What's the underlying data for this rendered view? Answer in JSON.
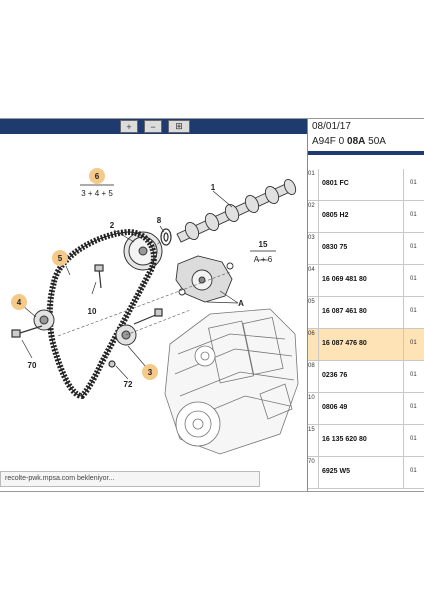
{
  "toolbar": {
    "zoom_in": {
      "icon": "zoom-in-icon",
      "symbol": "+"
    },
    "zoom_out": {
      "icon": "zoom-out-icon",
      "symbol": "−"
    },
    "zoom_fit": {
      "icon": "zoom-fit-icon",
      "symbol": "⊞"
    }
  },
  "diagram": {
    "callouts": {
      "c1": "1",
      "c2": "2",
      "c3": "3",
      "c4": "4",
      "c5": "5",
      "c6": "6",
      "c8": "8",
      "c10": "10",
      "c15": "15",
      "c70": "70",
      "c72": "72",
      "cA": "A",
      "formula_6": "3 + 4 + 5",
      "formula_15": "A + 6"
    }
  },
  "status": {
    "text": "recolte-pwk.mpsa.com bekleniyor..."
  },
  "header": {
    "date": "08/01/17",
    "ref_a": "A94F 0",
    "ref_b": "08A",
    "ref_c": "50A"
  },
  "parts": [
    {
      "num": "01",
      "part": "0801 FC",
      "qty": "01"
    },
    {
      "num": "02",
      "part": "0805 H2",
      "qty": "01"
    },
    {
      "num": "03",
      "part": "0830 75",
      "qty": "01"
    },
    {
      "num": "04",
      "part": "16 069 481 80",
      "qty": "01"
    },
    {
      "num": "05",
      "part": "16 087 461 80",
      "qty": "01"
    },
    {
      "num": "06",
      "part": "16 087 476 80",
      "qty": "01"
    },
    {
      "num": "08",
      "part": "0236 76",
      "qty": "01"
    },
    {
      "num": "10",
      "part": "0806 49",
      "qty": "01"
    },
    {
      "num": "15",
      "part": "16 135 620 80",
      "qty": "01"
    },
    {
      "num": "70",
      "part": "6925 W5",
      "qty": "01"
    }
  ],
  "colors": {
    "header_bar": "#1e3a6e",
    "selected_row": "#fde3b6",
    "highlight_callout": "#f5c98a"
  },
  "selected_index": 5
}
